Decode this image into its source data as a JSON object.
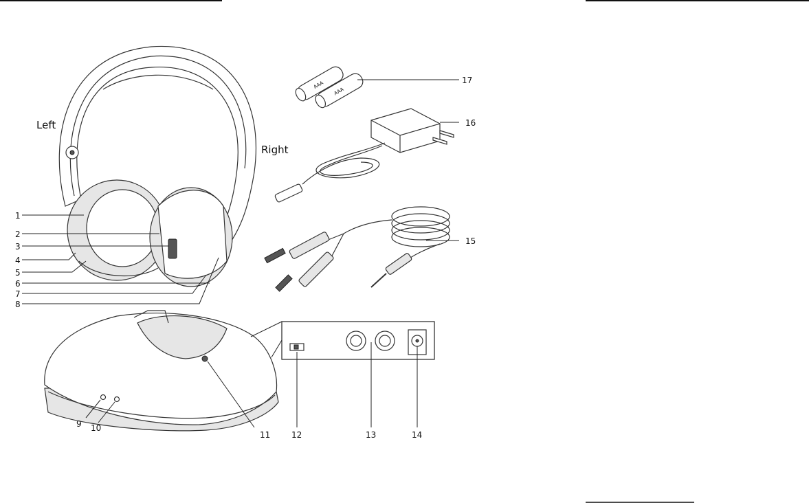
{
  "side_labels": {
    "left": "Left",
    "right": "Right"
  },
  "battery_text": "AAA",
  "callouts": {
    "c1": "1",
    "c2": "2",
    "c3": "3",
    "c4": "4",
    "c5": "5",
    "c6": "6",
    "c7": "7",
    "c8": "8",
    "c9": "9",
    "c10": "10",
    "c11": "11",
    "c12": "12",
    "c13": "13",
    "c14": "14",
    "c15": "15",
    "c16": "16",
    "c17": "17"
  }
}
